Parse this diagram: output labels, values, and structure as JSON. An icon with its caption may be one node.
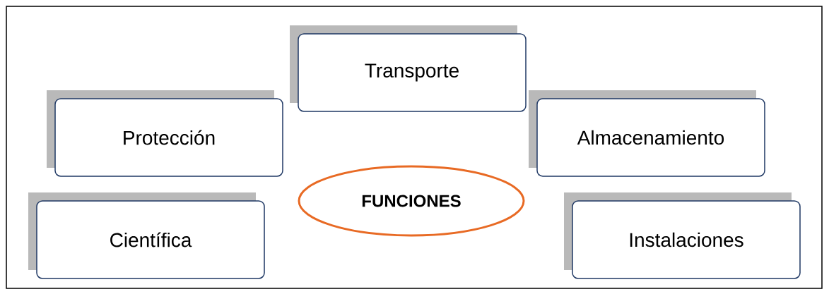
{
  "diagram": {
    "nodes": [
      {
        "text": [
          "Transporte"
        ]
      },
      {
        "text": [
          "Protección"
        ]
      },
      {
        "text": [
          "Almacenamiento"
        ]
      },
      {
        "text": [
          "FUNCIONES"
        ]
      },
      {
        "text": [
          "Científica"
        ]
      },
      {
        "text": [
          "Instalaciones"
        ]
      }
    ]
  }
}
